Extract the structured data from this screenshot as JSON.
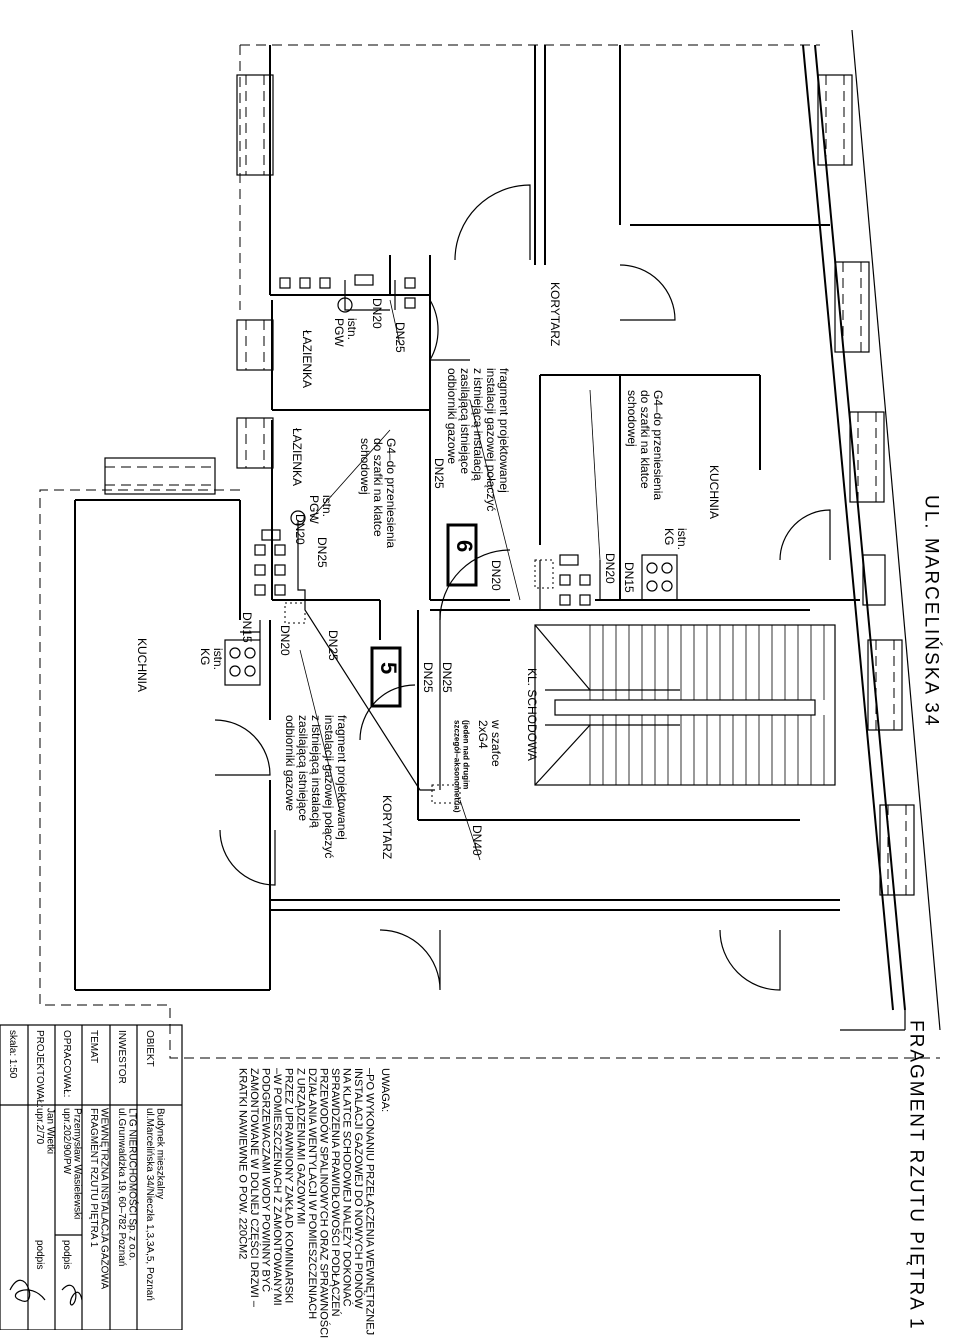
{
  "street": "UL. MARCELIŃSKA 34",
  "sheet_title": "FRAGMENT RZUTU PIĘTRA 1",
  "rooms": {
    "korytarz_top": "KORYTARZ",
    "lazienka_1": "ŁAZIENKA",
    "lazienka_2": "ŁAZIENKA",
    "kuchnia_right": "KUCHNIA",
    "kuchnia_left": "KUCHNIA",
    "klatka": "KL. SCHODOWA",
    "korytarz_bottom": "KORYTARZ"
  },
  "labels": {
    "dn25_a": "DN25",
    "dn20_a": "DN20",
    "istn_pgw_a": "istn.\nPGW",
    "fragment_a": "fragment projektowanej\ninstalacji gazowej połączyć\nz istniejącą instalacją\nzasilającą istniejące\nodbiorniki gazowe",
    "dn25_b": "DN25",
    "g4_a": "G4–do przeniesienia\ndo szafki na klatce\nschodowej",
    "istn_pgw_b": "istn.\nPGW",
    "dn20_b": "DN20",
    "dn25_c": "DN25",
    "num_6": "6",
    "dn20_c": "DN20",
    "g4_b": "G4–do przeniesienia\ndo szafki na klatce\nschodowej",
    "istn_kg_a": "istn.\nKG",
    "dn20_d": "DN20",
    "dn15_a": "DN15",
    "dn15_b": "DN15",
    "dn20_e": "DN20",
    "istn_kg_b": "istn.\nKG",
    "dn25_d": "DN25",
    "num_5": "5",
    "dn25_e": "DN25",
    "dn25_f": "DN25",
    "szafka": "w szafce\n2xG4",
    "szafka_note": "(jeden nad drugim\nszczegół–aksonometria)",
    "fragment_b": "fragment projektowanej\ninstalacji gazowej połączyć\nz istniejącą instalacją\nzasilającą istniejące\nodbiorniki gazowe",
    "dn40": "DN40"
  },
  "notes": {
    "heading": "UWAGA:",
    "body": "–PO WYKONANIU PRZEŁĄCZENIA WEWNĘTRZNEJ\nINSTALACJI GAZOWEJ DO NOWYCH PIONÓW\nNA KLATCE SCHODOWEJ NALEŻY DOKONAĆ\nSPRAWDZENIA PRAWIDŁOWOŚCI PODŁĄCZEŃ\nPRZEWODÓW SPALINOWYCH ORAZ SPRAWNOŚCI\nDZIAŁANIA WENTYLACJI W POMIESZCZENIACH\nZ URZĄDZENIAMI GAZOWYMI\nPRZEZ UPRAWNIONY ZAKŁAD KOMINIARSKI\n–W POMIESZCZENIACH Z ZAMONTOWANYMI\nPODGRZEWACZAMI WODY POWINNY BYĆ\nZAMONTOWANE W DOLNEJ CZĘŚCI DRZWI –\nKRATKI NAWIEWNE O POW. 220CM2"
  },
  "title_block": {
    "rows": [
      {
        "label": "OBIEKT",
        "value": "Budynek mieszkalny\nul.Marcelińska 34/Nieczła 1,3,3A,5, Poznań"
      },
      {
        "label": "INWESTOR",
        "value": "LTG NIERUCHOMOŚCI Sp. z o.o.\nul.Grunwaldzka 19, 60–782 Poznań"
      },
      {
        "label": "TEMAT",
        "value": "WEWNĘTRZNA INSTALACJA GAZOWA\nFRAGMENT RZUTU PIĘTRA 1"
      },
      {
        "label": "OPRACOWAŁ:",
        "value": "Przemysław Wasielewski\nupr.202/90/PW"
      },
      {
        "label": "PROJEKTOWAŁ:",
        "value": "Jan Wietki\nupr.2/70"
      }
    ],
    "sign_label": "podpis",
    "scale": "skala: 1:50"
  }
}
